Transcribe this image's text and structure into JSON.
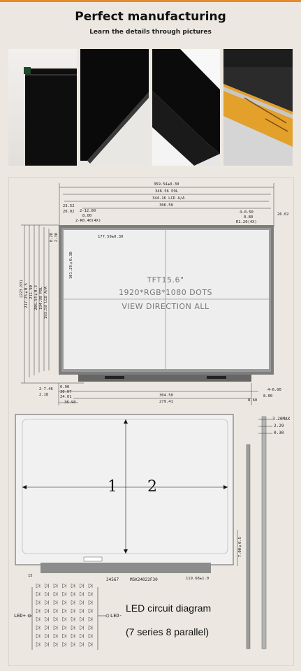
{
  "header": {
    "title": "Perfect manufacturing",
    "subtitle": "Learn the details through pictures"
  },
  "colors": {
    "accent": "#e8892a",
    "panel_bg": "#ece8e1",
    "fpc": "#e3a02a"
  },
  "photos": [
    {
      "subject": "panel corner front"
    },
    {
      "subject": "panel edge angled"
    },
    {
      "subject": "panel bezel corner"
    },
    {
      "subject": "fpc connector closeup"
    }
  ],
  "front_view": {
    "dims_top": [
      "359.54±0.30",
      "346.56 POL",
      "344.16 LCD A/A",
      "306.50"
    ],
    "dims_top_left": [
      "23.52",
      "20.02",
      "2-12.00",
      "8.00",
      "2-R0.40(4X)"
    ],
    "dims_top_right": [
      "4-0.50",
      "0.80",
      "R1.20(4X)",
      "26.02"
    ],
    "dim_center_h": "177.59±0.30",
    "dim_center_v": "101.29±0.30",
    "dims_left": [
      "(223.83)",
      "217.25±0.5",
      "211.90",
      "206.54±0.3",
      "194.99 POL",
      "193.59 LCD A/A"
    ],
    "dims_left_small": [
      "8.28",
      "2.38"
    ],
    "dims_bottom_left": [
      "2-7.46",
      "2.18",
      "6.90",
      "30.07",
      "24.01"
    ],
    "dims_bottom": [
      "304.50",
      "279.41",
      "38.90"
    ],
    "dims_bottom_right": [
      "4-6.00",
      "8.00",
      "8.60"
    ],
    "panel_text": [
      "TFT15.6\"",
      "1920*RGB*1080 DOTS",
      "VIEW DIRECTION ALL"
    ]
  },
  "back_view": {
    "center_label": "1 2",
    "right_dims": [
      "3.20MAX",
      "2.29",
      "0.30"
    ],
    "side_dim": "7.00±0.5",
    "bottom_left_dim": "15",
    "bottom_codes": "34567",
    "part_no": "MSK24022F30",
    "bottom_right_dim": "119.68±1.0"
  },
  "led": {
    "led_plus": "LED+",
    "led_minus": "LED-",
    "caption_1": "LED circuit diagram",
    "caption_2": "(7 series 8 parallel)",
    "series": 7,
    "parallel": 8
  }
}
